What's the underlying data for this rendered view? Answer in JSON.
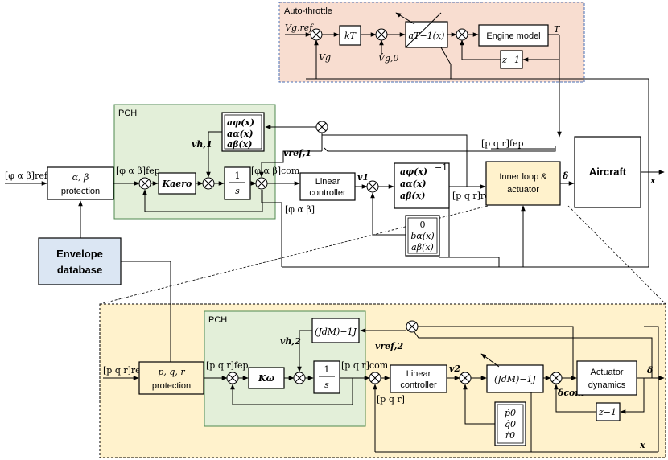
{
  "regions": {
    "autothrottle": "Auto-throttle",
    "pch_top": "PCH",
    "pch_bottom": "PCH"
  },
  "colors": {
    "autothrottle_fill": "#f8ddd0",
    "pch_fill": "#e3efd9",
    "inner_fill": "#fff2cc",
    "envelope_fill": "#dbe6f3",
    "inner_border": "#c0a060"
  },
  "top": {
    "input": "[φ α β]ref",
    "protection_l1": "α, β",
    "protection_l2": "protection",
    "envelope_l1": "Envelope",
    "envelope_l2": "database",
    "fep": "[φ α β]fep",
    "k_aero": "Kaero",
    "int_num": "1",
    "int_den": "s",
    "com": "[φ α β]com",
    "vh1": "vh,1",
    "vref1": "vref,1",
    "phi_ab": "[φ α β]",
    "a_phi": "aφ(x)",
    "a_alpha": "aα(x)",
    "a_beta": "aβ(x)",
    "linear_l1": "Linear",
    "linear_l2": "controller",
    "v1": "v1",
    "inv_exp": "−1",
    "b0": "0",
    "b_alpha": "bα(x)",
    "a_beta2": "aβ(x)",
    "pqr_ref": "[p q r]ref",
    "pqr_fep": "[p q r]fep",
    "inner_l1": "Inner loop &",
    "inner_l2": "actuator",
    "delta": "δ",
    "aircraft": "Aircraft",
    "x_out": "x"
  },
  "auto": {
    "vg_ref": "Vg,ref",
    "vg": "Vg",
    "kT": "kT",
    "vg0": "V̇g,0",
    "aT_inv": "aT−1(x)",
    "engine": "Engine model",
    "T": "T",
    "zinv": "z−1"
  },
  "bottom": {
    "input": "[p q r]ref",
    "protection_l1": "p, q, r",
    "protection_l2": "protection",
    "fep": "[p q r]fep",
    "k_omega": "Kω",
    "int_num": "1",
    "int_den": "s",
    "vh2": "vh,2",
    "JdJ": "(JdM)−1J",
    "com": "[p q r]com",
    "vref2": "vref,2",
    "pqr": "[p q r]",
    "linear_l1": "Linear",
    "linear_l2": "controller",
    "v2": "v2",
    "JdJ2": "(JdM)−1J",
    "delta_com": "δcom",
    "act_l1": "Actuator",
    "act_l2": "dynamics",
    "delta": "δ",
    "zinv": "z−1",
    "p0": "ṗ0",
    "q0": "q̇0",
    "r0": "ṙ0",
    "x": "x"
  }
}
